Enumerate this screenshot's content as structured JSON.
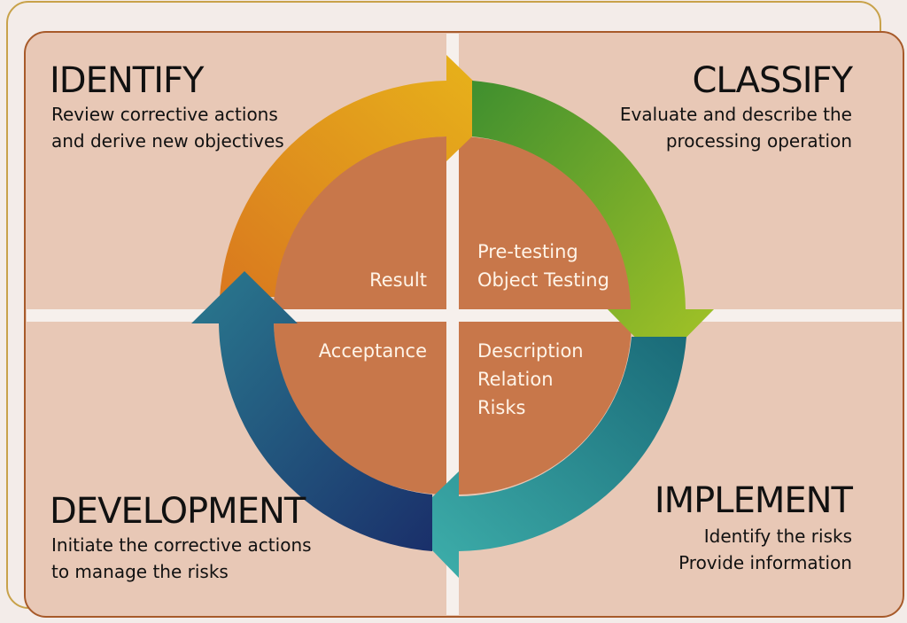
{
  "quadrants": {
    "identify": {
      "title": "IDENTIFY",
      "lines": [
        "Review corrective actions",
        "and derive new objectives"
      ]
    },
    "classify": {
      "title": "CLASSIFY",
      "lines": [
        "Evaluate and describe the",
        "processing operation"
      ]
    },
    "development": {
      "title": "DEVELOPMENT",
      "lines": [
        "Initiate the corrective actions",
        "to manage the risks"
      ]
    },
    "implement": {
      "title": "IMPLEMENT",
      "lines": [
        "Identify the risks",
        "Provide information"
      ]
    }
  },
  "inner": {
    "top_left": [
      "Result"
    ],
    "top_right": [
      "Pre-testing",
      "Object Testing"
    ],
    "bottom_left": [
      "Acceptance"
    ],
    "bottom_right": [
      "Description",
      "Relation",
      "Risks"
    ]
  },
  "colors": {
    "panel": "#e8c8b6",
    "circle": "#c8774a",
    "arrow_yellow": "#e2a418",
    "arrow_green": "#6fa52a",
    "arrow_teal": "#2d8f9a",
    "arrow_blue": "#1f5f8c"
  }
}
